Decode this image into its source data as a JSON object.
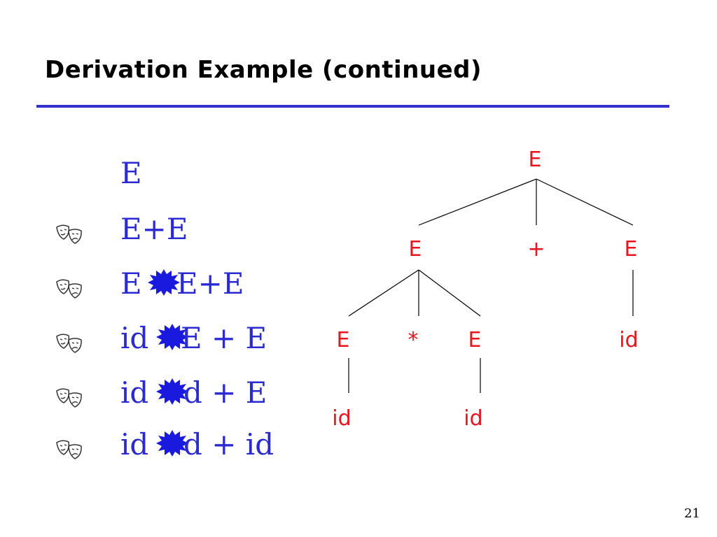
{
  "slide": {
    "title": "Derivation Example (continued)",
    "page_number": "21"
  },
  "derivation": {
    "step_0": "E",
    "step_1": "E+E",
    "step_2_left": "E",
    "step_2_right": "E+E",
    "step_3_left": "id",
    "step_3_right": "E + E",
    "step_4_left": "id",
    "step_4_right": "d + E",
    "step_5_left": "id",
    "step_5_right": "d + id",
    "bullet_icon": "theater-masks-icon",
    "missing_glyph_icon": "blue-burst-icon"
  },
  "tree": {
    "root": "E",
    "l1_left": "E",
    "l1_plus": "+",
    "l1_right": "E",
    "l2_e1": "E",
    "l2_star": "*",
    "l2_e2": "E",
    "l2_id_right": "id",
    "l3_id1": "id",
    "l3_id2": "id"
  },
  "colors": {
    "title_rule": "#3333cc",
    "derivation_text": "#2a2ad0",
    "tree_text": "#e8141e",
    "burst": "#1a1adf"
  }
}
